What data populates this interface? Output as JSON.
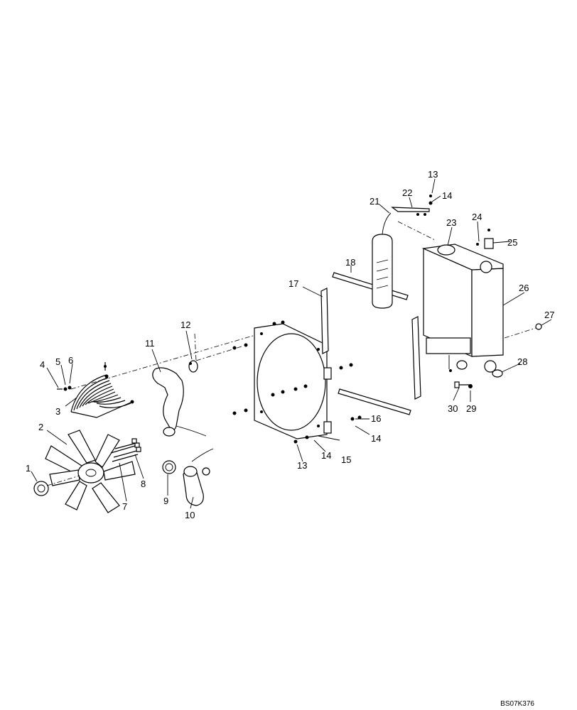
{
  "callouts": [
    "1",
    "2",
    "3",
    "4",
    "5",
    "6",
    "7",
    "8",
    "9",
    "10",
    "11",
    "12",
    "13",
    "14",
    "14",
    "14",
    "15",
    "16",
    "17",
    "18",
    "21",
    "22",
    "23",
    "24",
    "25",
    "26",
    "27",
    "28",
    "29",
    "30",
    "13"
  ],
  "figure_code": "BS07K376"
}
